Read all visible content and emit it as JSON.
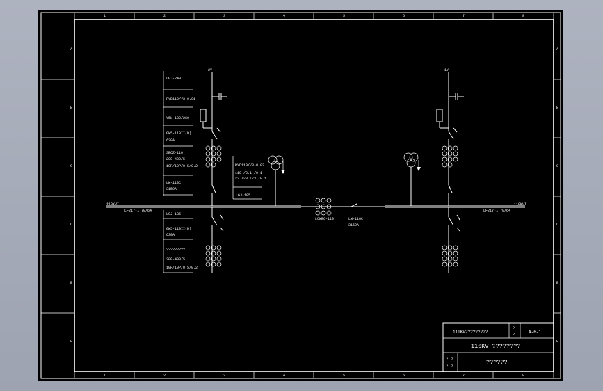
{
  "grid": {
    "columns": [
      "1",
      "2",
      "3",
      "4",
      "5",
      "6",
      "7",
      "8"
    ],
    "rows": [
      "A",
      "B",
      "C",
      "D",
      "E",
      "F"
    ]
  },
  "left_bay": {
    "line_label": "2Y",
    "table_upper": [
      {
        "text": "LGJ-240"
      },
      {
        "text": "RYD110/√3-0.01"
      },
      {
        "text": "Y5W-100/260"
      },
      {
        "text": "GW5-110II(D)",
        "text2": "630A"
      },
      {
        "text": "SB6Z-110",
        "text2": "200-400/5",
        "text3": "10P/10P/0.5/0.2"
      },
      {
        "text": "LW-110C",
        "text2": "3150A"
      }
    ],
    "table_lower": [
      {
        "text": "LGJ-185"
      },
      {
        "text": "GW5-110II(D)",
        "text2": "630A"
      },
      {
        "text": "?????????",
        "text2": "200-400/5"
      },
      {
        "text": "10P/10P/0.5/0.2"
      }
    ]
  },
  "right_bay": {
    "line_label": "1Y"
  },
  "center": {
    "pt_model": "RYD110/√3-0.02",
    "pt_ratio": "110 /0.1 /0.1",
    "pt_ratio2": "√3   /√3  /√3  /0.1",
    "pt_cable": "LGJ-185",
    "lcwb": "LCWB6-110",
    "breaker": "LW-110C",
    "breaker_rating": "3150A"
  },
  "bus": {
    "left_label": "110KVI",
    "right_label": "110KVI",
    "left_feeder": "LF217-→ 70/64",
    "right_feeder": "LF217-→ 70/64"
  },
  "title_block": {
    "title": "110KV?????????",
    "code_top": "?",
    "code_bot": "?",
    "sheet_no": "A-6-1",
    "subtitle": "110KV ????????",
    "sign_a": "? ?",
    "sign_b": "? ?",
    "org": "??????"
  }
}
